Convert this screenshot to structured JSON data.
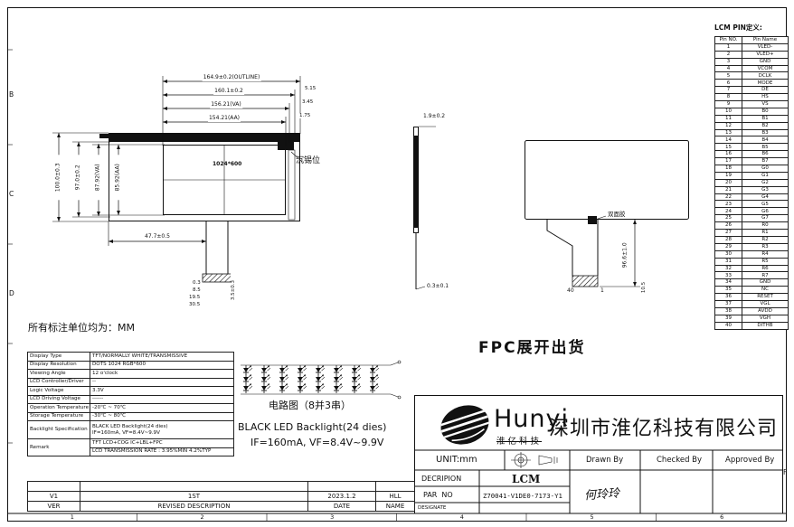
{
  "sheet": {
    "note_units": "所有标注单位均为：MM",
    "zone_letters_left": [
      "B",
      "C",
      "D"
    ],
    "zone_letter_right": "F",
    "zone_numbers_bottom": [
      "1",
      "2",
      "3",
      "4",
      "5",
      "6"
    ]
  },
  "pin_table": {
    "title": "LCM PIN定义:",
    "col_no": "Pin NO.",
    "col_name": "Pin Name",
    "rows": [
      [
        "1",
        "VLED-"
      ],
      [
        "2",
        "VLED+"
      ],
      [
        "3",
        "GND"
      ],
      [
        "4",
        "VCOM"
      ],
      [
        "5",
        "DCLK"
      ],
      [
        "6",
        "MODE"
      ],
      [
        "7",
        "DE"
      ],
      [
        "8",
        "HS"
      ],
      [
        "9",
        "VS"
      ],
      [
        "10",
        "B0"
      ],
      [
        "11",
        "B1"
      ],
      [
        "12",
        "B2"
      ],
      [
        "13",
        "B3"
      ],
      [
        "14",
        "B4"
      ],
      [
        "15",
        "B5"
      ],
      [
        "16",
        "B6"
      ],
      [
        "17",
        "B7"
      ],
      [
        "18",
        "G0"
      ],
      [
        "19",
        "G1"
      ],
      [
        "20",
        "G2"
      ],
      [
        "21",
        "G3"
      ],
      [
        "22",
        "G4"
      ],
      [
        "23",
        "G5"
      ],
      [
        "24",
        "G6"
      ],
      [
        "25",
        "G7"
      ],
      [
        "26",
        "R0"
      ],
      [
        "27",
        "R1"
      ],
      [
        "28",
        "R2"
      ],
      [
        "29",
        "R3"
      ],
      [
        "30",
        "R4"
      ],
      [
        "31",
        "R5"
      ],
      [
        "32",
        "R6"
      ],
      [
        "33",
        "R7"
      ],
      [
        "34",
        "GND"
      ],
      [
        "35",
        "NC"
      ],
      [
        "36",
        "RESET"
      ],
      [
        "37",
        "VGL"
      ],
      [
        "38",
        "AVDD"
      ],
      [
        "39",
        "VGH"
      ],
      [
        "40",
        "DITHB"
      ]
    ]
  },
  "spec_table": {
    "rows": [
      {
        "label": "Display Type",
        "value": "TFT/NORMALLY WHITE/TRANSMISSIVE"
      },
      {
        "label": "Display Resolution",
        "value": "DOTS 1024 RGB*600"
      },
      {
        "label": "Viewing Angle",
        "value": "12 o'clock"
      },
      {
        "label": "LCD Controller/Driver",
        "value": "--"
      },
      {
        "label": "Logic Voltage",
        "value": "3.3V"
      },
      {
        "label": "LCD Driving Voltage",
        "value": "------"
      },
      {
        "label": "Operation Temperature",
        "value": "-20℃ ~ 70℃"
      },
      {
        "label": "Storage Temperature",
        "value": "-30℃ ~ 80℃"
      },
      {
        "label": "Backlight Specification",
        "value": "BLACK LED Backlight(24 dies)",
        "value2": "IF=160mA, VF=8.4V~9.9V"
      },
      {
        "label": "Remark",
        "value": "TFT LCD+COG IC+LBL+FPC",
        "value2": "LCD TRANSMISSION RATE : 3.95%MIN 4.2%TYP"
      }
    ]
  },
  "front_view": {
    "dim_top_1": "164.9±0.2(OUTLINE)",
    "dim_top_2": "160.1±0.2",
    "dim_top_3": "156.21(VA)",
    "dim_top_4": "154.21(AA)",
    "dim_right_1": "5.15",
    "dim_right_2": "3.45",
    "dim_right_3": "1.75",
    "dim_left_1": "100.0±0.3",
    "dim_left_2": "97.0±0.2",
    "dim_left_3": "87.92(VA)",
    "dim_left_4": "85.92(AA)",
    "aa_text": "1024*600",
    "pad_label": "沉锡位",
    "dim_fpc_x": "47.7±0.5",
    "fpc_dim_1": "0.3",
    "fpc_dim_2": "8.5",
    "fpc_dim_3": "19.5",
    "fpc_dim_4": "30.5",
    "fpc_dim_rot": "3.5±0.3"
  },
  "side_view": {
    "dim_top": "1.9±0.2",
    "dim_bottom": "0.3±0.1"
  },
  "fpc_view": {
    "label": "FPC展开出货",
    "tape_note": "双面胶",
    "pin_left": "40",
    "pin_right": "1",
    "dim_length": "96.6±1.0",
    "dim_width": "10.5"
  },
  "led_circuit": {
    "caption": "电路图（8并3串）",
    "line1": "BLACK LED Backlight(24 dies)",
    "line2": "IF=160mA, VF=8.4V~9.9V"
  },
  "title_block": {
    "brand": "Hunyi",
    "brand_sub": "淮亿科技",
    "company": "深圳市淮亿科技有限公司",
    "unit": "UNIT:mm",
    "drawn_by": "Drawn By",
    "checked_by": "Checked By",
    "approved_by": "Approved By",
    "desc_label": "DECRIPION",
    "desc_value": "LCM",
    "part_label": "PAR  NO",
    "part_value": "Z70041-V1DE0-7173-Y1",
    "design_label": "DESIGNATE",
    "drawn_sign": "何玲玲"
  },
  "revision_table": {
    "row_ver": "V1",
    "row_desc": "1ST",
    "row_date": "2023.1.2",
    "row_name": "HLL",
    "h_ver": "VER",
    "h_desc": "REVISED DESCRIPTION",
    "h_date": "DATE",
    "h_name": "NAME"
  }
}
